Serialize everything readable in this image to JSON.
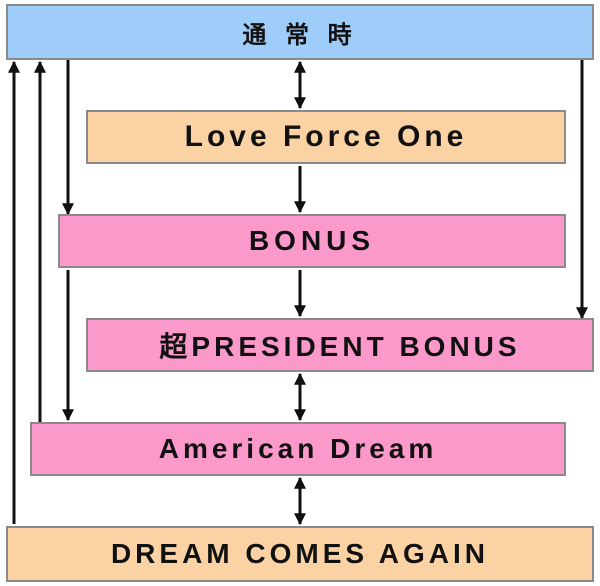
{
  "nodes": {
    "normal": "通 常 時",
    "love_force_one": "Love Force One",
    "bonus": "BONUS",
    "super_president": "超PRESIDENT BONUS",
    "american_dream": "American Dream",
    "dream_comes_again": "DREAM COMES AGAIN"
  },
  "colors": {
    "normal_fill": "#9fcdf9",
    "orange_fill": "#fad2a3",
    "pink_fill": "#fc99cb",
    "border": "#8a8a8a",
    "arrow": "#111111"
  }
}
